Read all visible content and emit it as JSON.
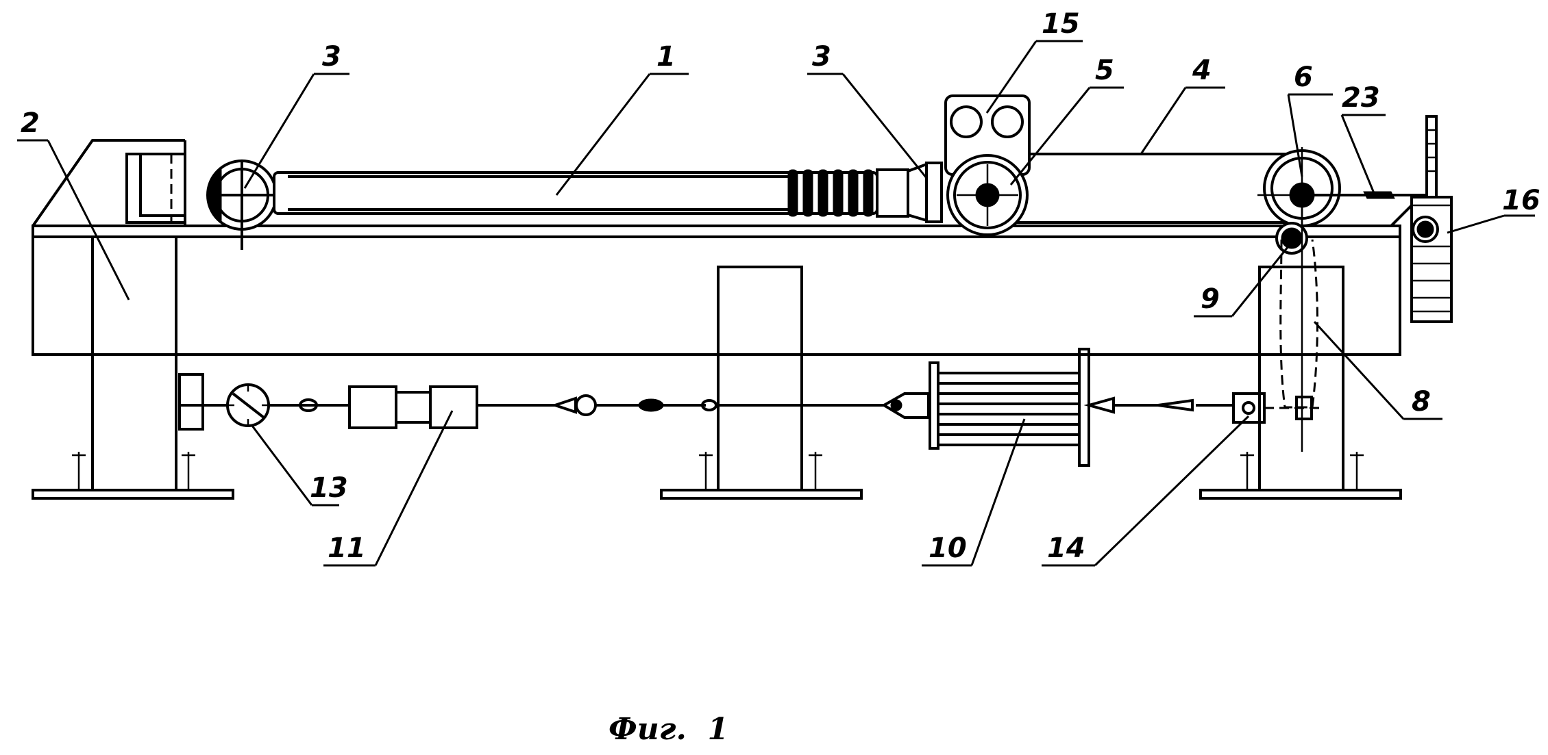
{
  "figure": {
    "caption": "Фиг.  1",
    "labels": {
      "l1": "1",
      "l2": "2",
      "l3a": "3",
      "l3b": "3",
      "l4": "4",
      "l5": "5",
      "l6": "6",
      "l8": "8",
      "l9": "9",
      "l10": "10",
      "l11": "11",
      "l13": "13",
      "l14": "14",
      "l15": "15",
      "l16": "16",
      "l23": "23"
    }
  }
}
